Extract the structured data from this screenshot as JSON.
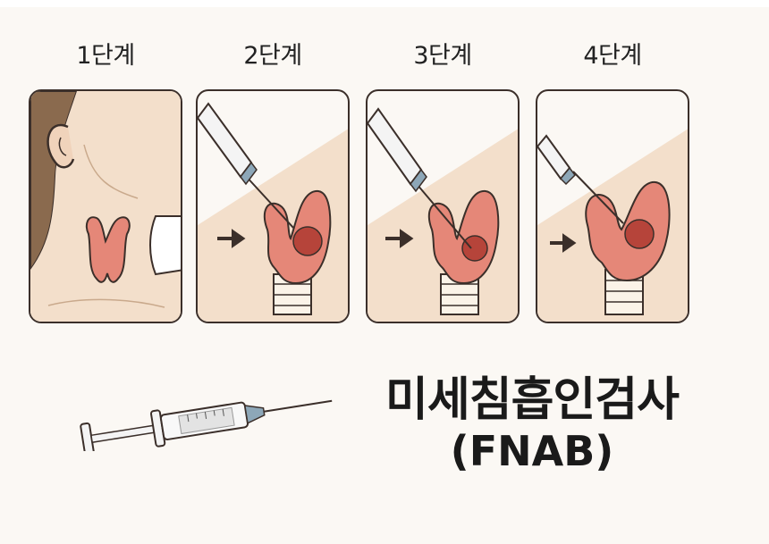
{
  "steps": [
    {
      "label": "1단계",
      "icon": "neck-thyroid-icon"
    },
    {
      "label": "2단계",
      "icon": "needle-insertion-icon"
    },
    {
      "label": "3단계",
      "icon": "needle-in-nodule-icon"
    },
    {
      "label": "4단계",
      "icon": "needle-aspiration-icon"
    }
  ],
  "title": {
    "korean": "미세침흡인검사",
    "english": "(FNAB)"
  },
  "colors": {
    "outline": "#3b2f2a",
    "skin": "#f1dcc6",
    "thyroid": "#e58778",
    "nodule": "#b6443a",
    "hair": "#8a6a4e",
    "background": "#fbf8f4"
  }
}
